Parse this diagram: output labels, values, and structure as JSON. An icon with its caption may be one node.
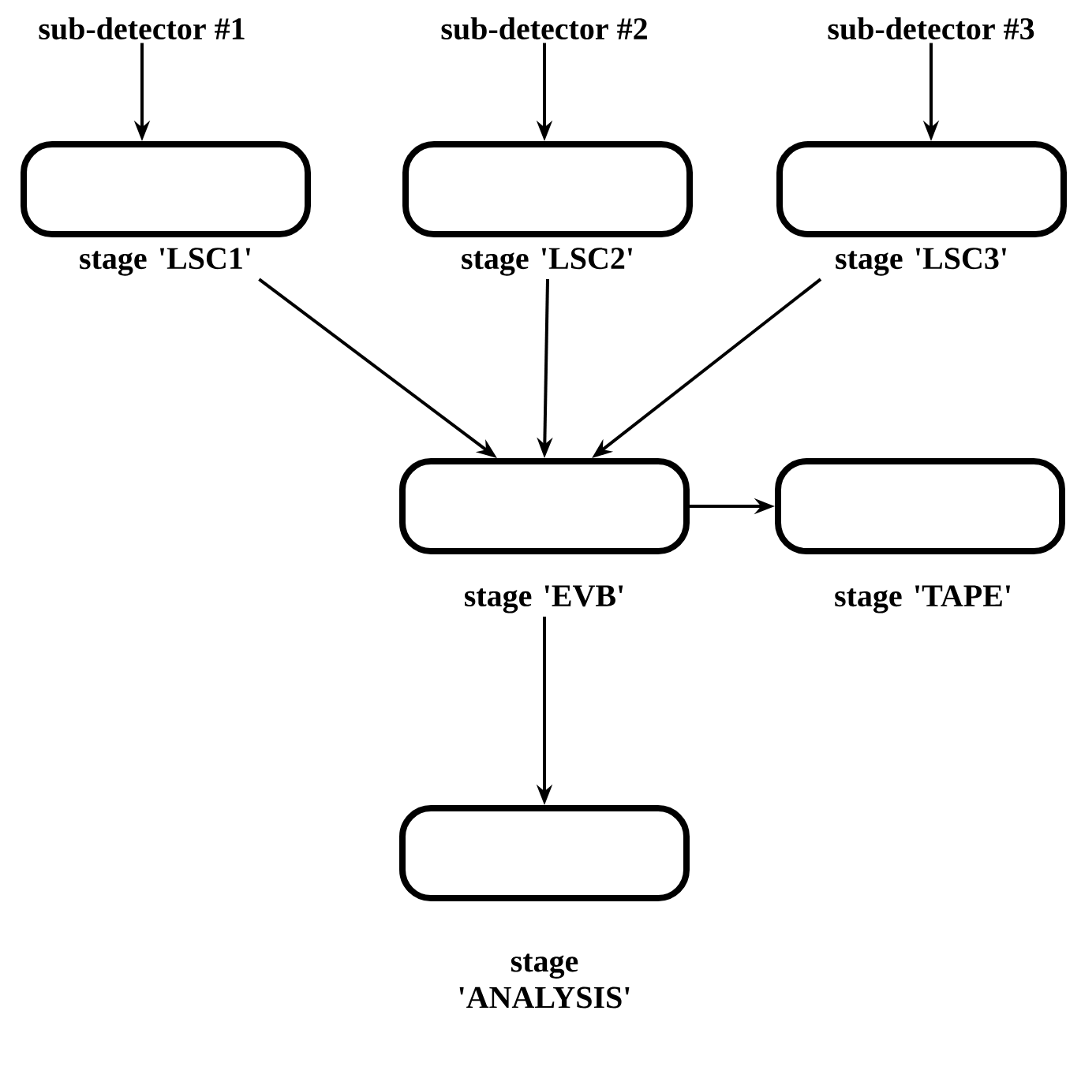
{
  "diagram": {
    "nodes": [
      {
        "text": [
          "sub-detector #1"
        ]
      },
      {
        "text": [
          "sub-detector #2"
        ]
      },
      {
        "text": [
          "sub-detector #3"
        ]
      },
      {
        "text": [],
        "shape": "box",
        "beside": [
          "stage 'LSC1'"
        ]
      },
      {
        "text": [],
        "shape": "box",
        "beside": [
          "stage 'LSC2'"
        ]
      },
      {
        "text": [],
        "shape": "box",
        "beside": [
          "stage 'LSC3'"
        ]
      },
      {
        "text": [],
        "shape": "box",
        "beside": [
          "stage 'EVB'"
        ]
      },
      {
        "text": [],
        "shape": "box",
        "beside": [
          "stage 'TAPE'"
        ]
      },
      {
        "text": [],
        "shape": "box",
        "beside": [
          "stage 'ANALYSIS'"
        ]
      }
    ],
    "edges": [
      {
        "from": 0,
        "to": 3,
        "arrow": "to"
      },
      {
        "from": 1,
        "to": 4,
        "arrow": "to"
      },
      {
        "from": 2,
        "to": 5,
        "arrow": "to"
      },
      {
        "from": 3,
        "to": 6,
        "arrow": "to"
      },
      {
        "from": 4,
        "to": 6,
        "arrow": "to"
      },
      {
        "from": 5,
        "to": 6,
        "arrow": "to"
      },
      {
        "from": 6,
        "to": 7,
        "arrow": "to"
      },
      {
        "from": 6,
        "to": 8,
        "arrow": "to"
      }
    ]
  }
}
